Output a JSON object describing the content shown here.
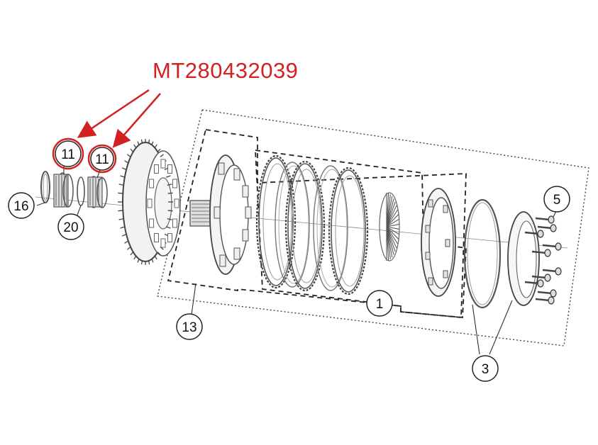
{
  "part_number": "MT280432039",
  "colors": {
    "highlight": "#d42020",
    "line": "#333333",
    "part": "#555555",
    "part_light": "#9a9a9a"
  },
  "callouts": {
    "c11a": "11",
    "c11b": "11",
    "c16": "16",
    "c20": "20",
    "c13": "13",
    "c1": "1",
    "c3": "3",
    "c5": "5"
  }
}
